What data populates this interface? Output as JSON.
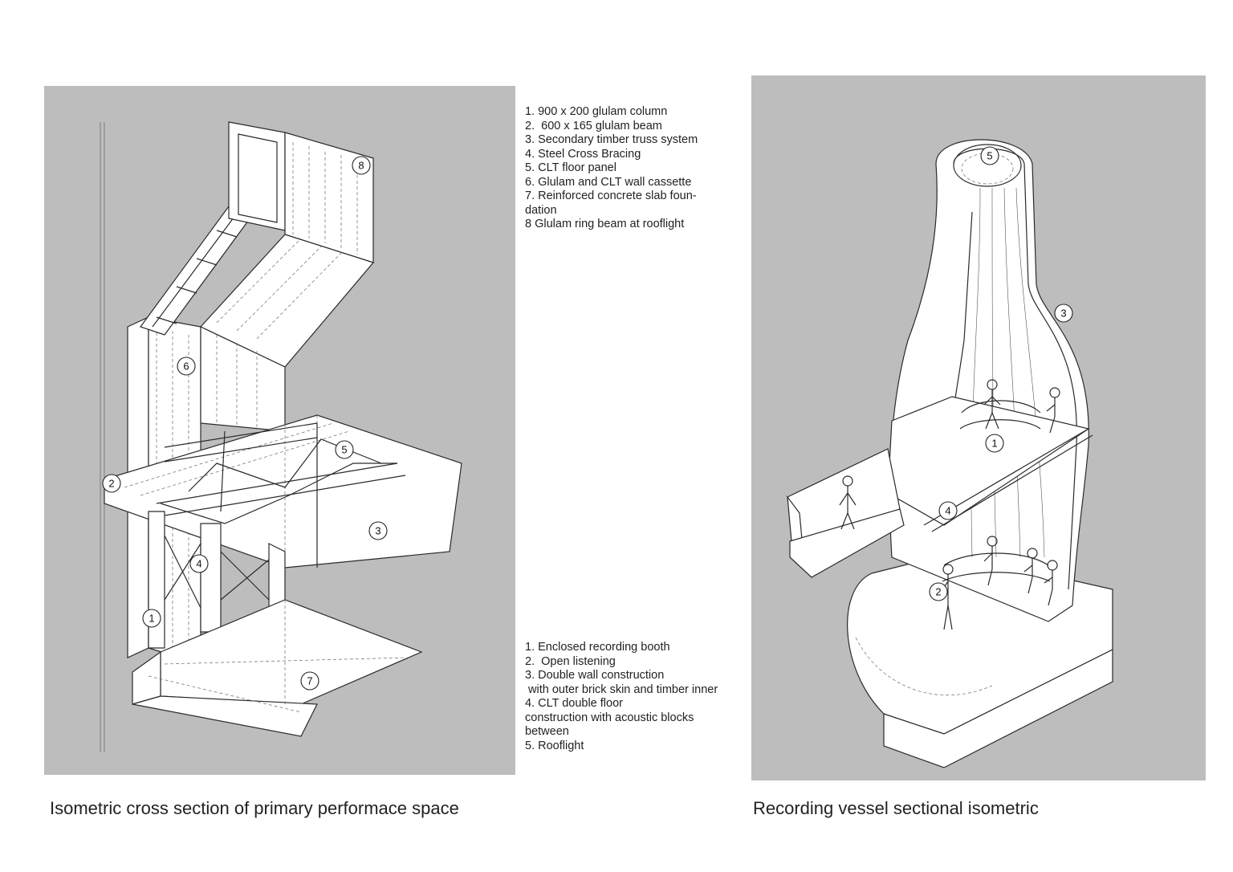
{
  "left_diagram": {
    "caption": "Isometric cross section of primary performace space",
    "legend": [
      "1. 900 x 200 glulam column",
      "2.  600 x 165 glulam beam",
      "3. Secondary timber truss system",
      "4. Steel Cross Bracing",
      "5. CLT floor panel",
      "6. Glulam and CLT wall cassette",
      "7. Reinforced concrete slab foun-\ndation",
      "8 Glulam ring beam at rooflight"
    ],
    "callouts": [
      "1",
      "2",
      "3",
      "4",
      "5",
      "6",
      "7",
      "8"
    ]
  },
  "right_diagram": {
    "caption": "Recording vessel sectional isometric",
    "legend": [
      "1. Enclosed recording booth",
      "2.  Open listening",
      "3. Double wall construction\n with outer brick skin and timber inner",
      "4. CLT double floor\nconstruction with acoustic blocks\nbetween",
      "5. Rooflight"
    ],
    "callouts": [
      "1",
      "2",
      "3",
      "4",
      "5"
    ]
  },
  "colors": {
    "panel_background": "#bdbdbd",
    "line": "#2a2a2a",
    "page": "#ffffff"
  }
}
